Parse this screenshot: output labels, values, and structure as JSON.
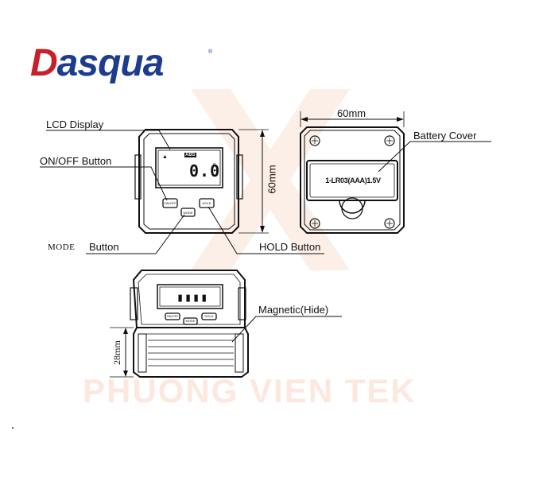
{
  "brand": {
    "logo_first": "D",
    "logo_rest": "asqua"
  },
  "labels": {
    "lcd_display": "LCD Display",
    "on_off_button": "ON/OFF Button",
    "mode_word": "MODE",
    "mode_button": "Button",
    "hold_button": "HOLD Button",
    "battery_cover": "Battery Cover",
    "magnetic_hide": "Magnetic(Hide)"
  },
  "dimensions": {
    "width": "60mm",
    "height": "60mm",
    "depth": "28mm"
  },
  "device": {
    "lcd_tag": "ABS",
    "lcd_reading": "0.0",
    "lcd_unit": "°",
    "onoff_key": "ON/OFF",
    "mode_key": "MODE",
    "hold_key": "HOLD",
    "battery_text": "1-LR03(AAA)1.5V"
  },
  "watermark": "PHUONG VIEN TEK",
  "colors": {
    "brand_red": "#c8202a",
    "brand_blue": "#1b3c8f",
    "watermark": "#f0966e"
  }
}
